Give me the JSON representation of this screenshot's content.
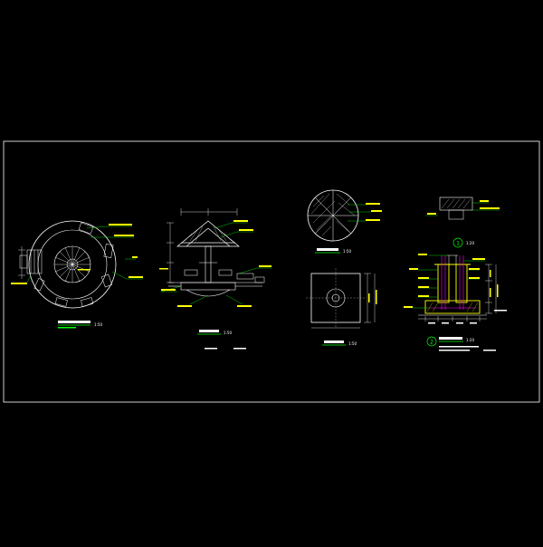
{
  "drawing": {
    "background": "#000000",
    "frame_color": "#ffffff",
    "views": [
      {
        "id": "plan",
        "scale": "1:50",
        "title_color": "#ffffff",
        "underline_color": "#00ff00",
        "detail_colors": {
          "geometry": "#ffffff",
          "leaders": "#00ff00",
          "notes": "#ffff00"
        }
      },
      {
        "id": "elevation",
        "scale": "1:50",
        "title_color": "#ffffff",
        "underline_color": "#00ff00",
        "detail_colors": {
          "geometry": "#ffffff",
          "leaders": "#00ff00",
          "notes": "#ffff00"
        }
      },
      {
        "id": "roof-plan",
        "scale": "1:50",
        "title_color": "#ffffff",
        "underline_color": "#00ff00"
      },
      {
        "id": "foundation-plan",
        "scale": "1:50",
        "title_color": "#ffffff",
        "underline_color": "#00ff00"
      },
      {
        "id": "detail-1",
        "callout": "1",
        "scale": "1:20",
        "callout_color": "#00ff00"
      },
      {
        "id": "column-section",
        "callout": "2",
        "scale": "1:20",
        "callout_color": "#00ff00",
        "fill_color": "#ffff00",
        "rebar_color": "#ff00ff"
      }
    ]
  }
}
